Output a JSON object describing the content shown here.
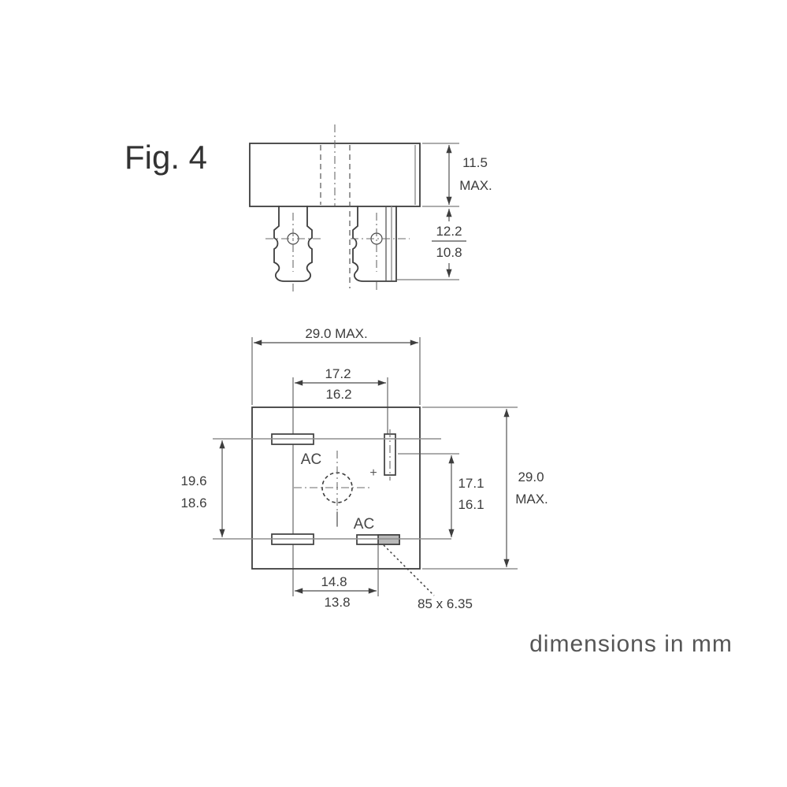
{
  "figure_label": "Fig. 4",
  "units_note": "dimensions in mm",
  "side_view": {
    "height_dim": {
      "value": "11.5",
      "qualifier": "MAX."
    },
    "lead_dim": {
      "max": "12.2",
      "min": "10.8"
    }
  },
  "plan_view": {
    "width_dim": "29.0 MAX.",
    "height_dim": {
      "value": "29.0",
      "qualifier": "MAX."
    },
    "top_span_dim": {
      "max": "17.2",
      "min": "16.2"
    },
    "left_span_dim": {
      "max": "19.6",
      "min": "18.6"
    },
    "right_span_dim": {
      "max": "17.1",
      "min": "16.1"
    },
    "bottom_span_dim": {
      "max": "14.8",
      "min": "13.8"
    },
    "terminal_note": "85 x 6.35",
    "ac_label_top": "AC",
    "ac_label_bottom": "AC",
    "plus_label": "+"
  },
  "colors": {
    "background": "#ffffff",
    "outline": "#3e3e3e",
    "dimension_line": "#4c4c4c",
    "gray_line": "#8e8e8e",
    "terminal_fill": "#b9b9b9",
    "note_text": "#565656"
  }
}
